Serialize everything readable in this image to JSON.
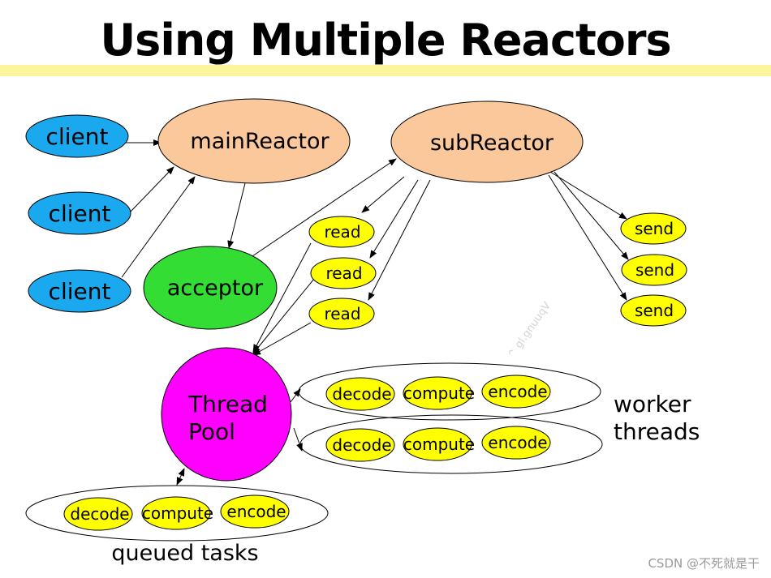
{
  "title": "Using Multiple Reactors",
  "colors": {
    "client": "#1aa9ef",
    "reactor": "#fbc89b",
    "acceptor": "#33dd33",
    "thread_pool": "#ff00ff",
    "task": "#ffff00",
    "title_band": "#fbf69b"
  },
  "nodes": {
    "clients": [
      "client",
      "client",
      "client"
    ],
    "main_reactor": "mainReactor",
    "sub_reactor": "subReactor",
    "acceptor": "acceptor",
    "reads": [
      "read",
      "read",
      "read"
    ],
    "sends": [
      "send",
      "send",
      "send"
    ],
    "thread_pool": [
      "Thread",
      "Pool"
    ]
  },
  "worker_rows": [
    [
      "decode",
      "compute",
      "encode"
    ],
    [
      "decode",
      "compute",
      "encode"
    ]
  ],
  "queued_row": [
    "decode",
    "compute",
    "encode"
  ],
  "labels": {
    "worker_threads": [
      "worker",
      "threads"
    ],
    "queued_tasks": "queued tasks"
  },
  "watermark": "CSDN @不死就是干",
  "faint_mark": "^ gl.gnuuqV"
}
